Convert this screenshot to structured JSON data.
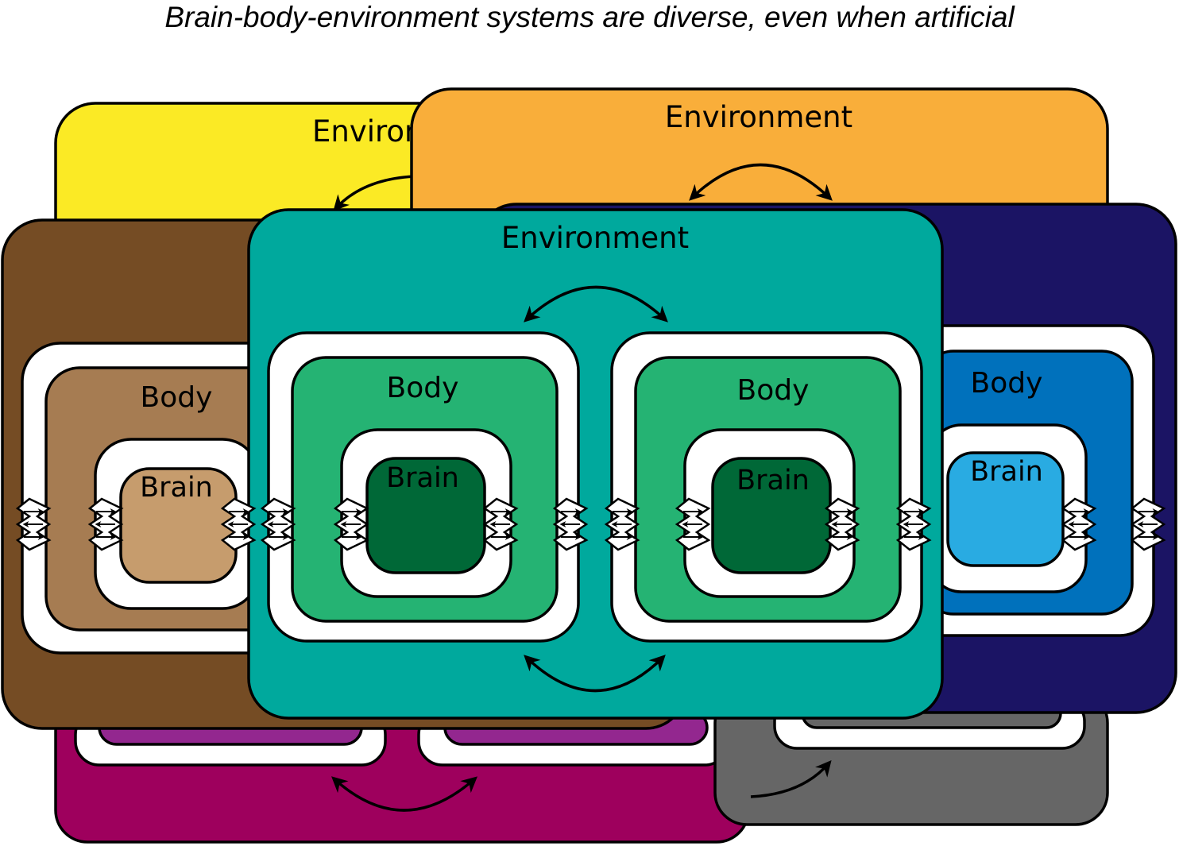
{
  "title": "Brain-body-environment systems are diverse, even when artificial",
  "labels": {
    "environment": "Environment",
    "environment_partial": "Environ",
    "body": "Body",
    "brain": "Brain"
  },
  "colors": {
    "yellow_env": "#FBEA25",
    "orange_env": "#F9AE3A",
    "navy_env": "#1B1464",
    "brown_env": "#754C24",
    "teal_env": "#00A99D",
    "magenta_env": "#9E005D",
    "gray_env": "#666666",
    "purple_body": "#93278F",
    "brown_body": "#A67C52",
    "brown_brain": "#C69C6D",
    "green_body": "#25B373",
    "green_brain": "#006837",
    "blue_body": "#0071BC",
    "blue_brain": "#29ABE2",
    "membrane": "#FFFFFF"
  },
  "icons": {
    "interaction": "bidirectional-arc-arrow",
    "boundary": "double-chevron-exchange-icon"
  }
}
